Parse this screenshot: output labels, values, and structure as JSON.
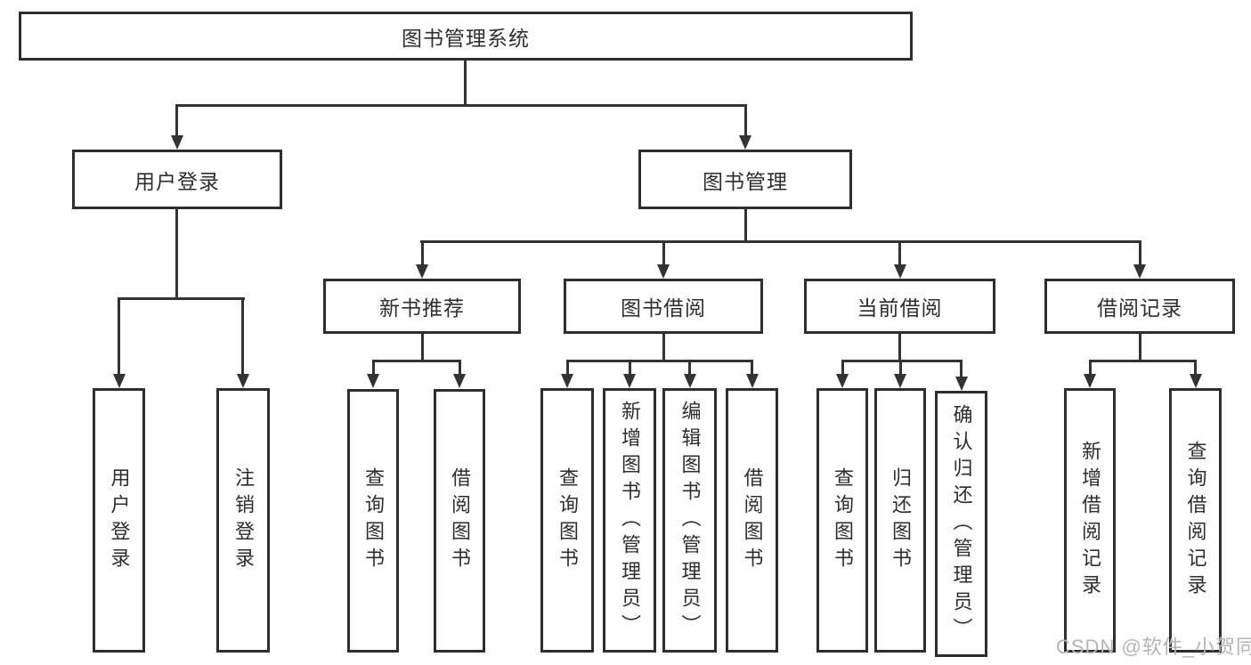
{
  "tree": {
    "root": "图书管理系统",
    "branches": [
      {
        "label": "用户登录",
        "children": [
          "用户登录",
          "注销登录"
        ]
      },
      {
        "label": "图书管理",
        "groups": [
          {
            "label": "新书推荐",
            "children": [
              "查询图书",
              "借阅图书"
            ]
          },
          {
            "label": "图书借阅",
            "children": [
              "查询图书",
              "新增图书（管理员）",
              "编辑图书（管理员）",
              "借阅图书"
            ]
          },
          {
            "label": "当前借阅",
            "children": [
              "查询图书",
              "归还图书",
              "确认归还（管理员）"
            ]
          },
          {
            "label": "借阅记录",
            "children": [
              "新增借阅记录",
              "查询借阅记录"
            ]
          }
        ]
      }
    ]
  },
  "watermark": "CSDN @软件_小贺同学",
  "colors": {
    "line": "#333333",
    "text": "#2e2e2e",
    "background": "#ffffff",
    "watermark": "#b5b5b5"
  }
}
